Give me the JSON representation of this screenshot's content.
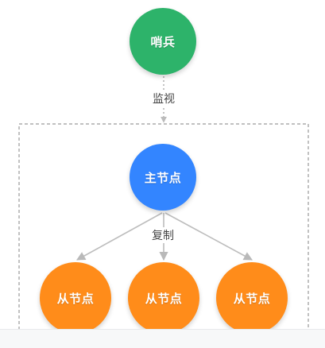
{
  "nodes": {
    "sentinel": {
      "label": "哨兵",
      "color": "#2db36a"
    },
    "master": {
      "label": "主节点",
      "color": "#3385ff"
    },
    "slaves": [
      {
        "label": "从节点",
        "color": "#ff8c1a"
      },
      {
        "label": "从节点",
        "color": "#ff8c1a"
      },
      {
        "label": "从节点",
        "color": "#ff8c1a"
      }
    ]
  },
  "edges": {
    "monitor_label": "监视",
    "replicate_label": "复制"
  }
}
